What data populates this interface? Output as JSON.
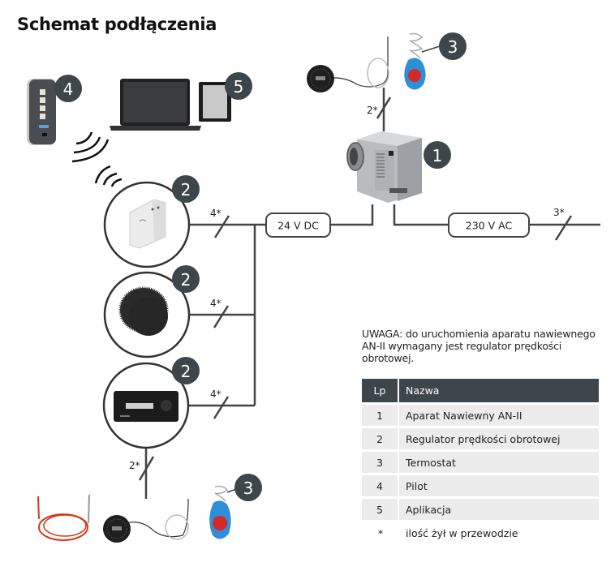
{
  "title": "Schemat podłączenia",
  "colors": {
    "badge": "#3d464b",
    "line": "#444444",
    "table_header": "#3d464b",
    "table_row": "#ececec"
  },
  "badges": {
    "fan": "1",
    "regulator_wifi": "2",
    "regulator_knob": "2",
    "regulator_display": "2",
    "thermostat_top": "3",
    "thermostat_bottom": "3",
    "remote": "4",
    "app": "5"
  },
  "wire_labels": {
    "thermostat_top": "2*",
    "regulator_wifi": "4*",
    "regulator_knob": "4*",
    "regulator_display": "4*",
    "thermostat_bottom": "2*",
    "mains": "3*"
  },
  "power_boxes": {
    "dc": "24 V DC",
    "ac": "230 V AC"
  },
  "devices": {
    "fan": "fan-unit",
    "thermostat": "capillary-thermostat",
    "remote": "remote-control",
    "laptop": "laptop",
    "tablet": "tablet",
    "regulator_wifi": "din-rail-wifi-module",
    "regulator_knob": "knob-regulator",
    "regulator_display": "display-regulator",
    "sensor_cable": "red-sensor-cable"
  },
  "note": "UWAGA: do uruchomienia aparatu nawiewnego AN-II wymagany jest regulator prędkości obrotowej.",
  "legend": {
    "headers": [
      "Lp",
      "Nazwa"
    ],
    "rows": [
      {
        "lp": "1",
        "name": "Aparat Nawiewny AN-II"
      },
      {
        "lp": "2",
        "name": "Regulator prędkości obrotowej"
      },
      {
        "lp": "3",
        "name": "Termostat"
      },
      {
        "lp": "4",
        "name": "Pilot"
      },
      {
        "lp": "5",
        "name": "Aplikacja"
      }
    ],
    "footnote": {
      "symbol": "*",
      "text": "ilość żył w przewodzie"
    }
  }
}
